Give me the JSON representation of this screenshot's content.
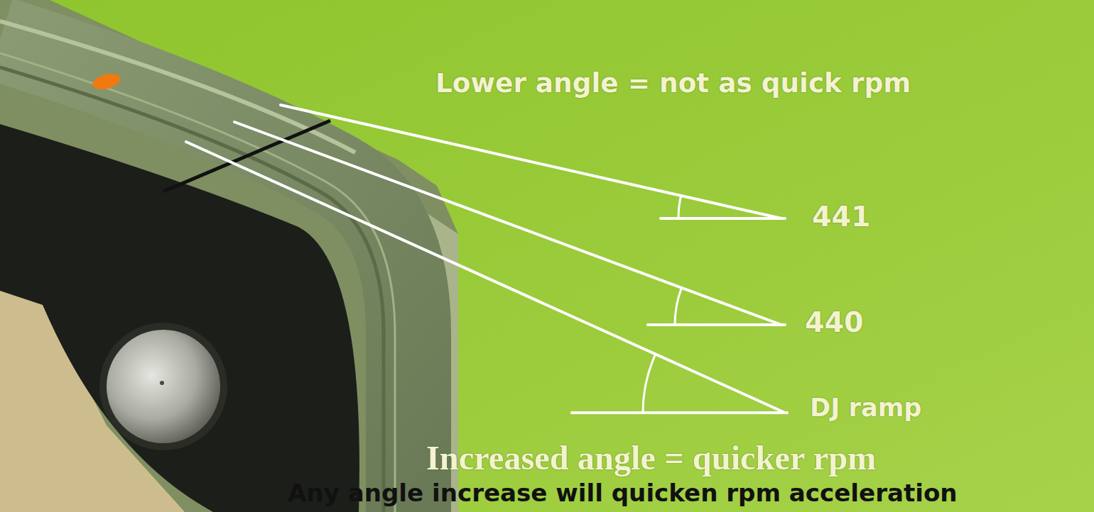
{
  "diagram": {
    "labels": [
      "Lower angle = not as quick rpm",
      "441",
      "440",
      "DJ ramp",
      "Increased angle = quicker rpm",
      "Any angle increase will quicken rpm acceleration"
    ]
  }
}
